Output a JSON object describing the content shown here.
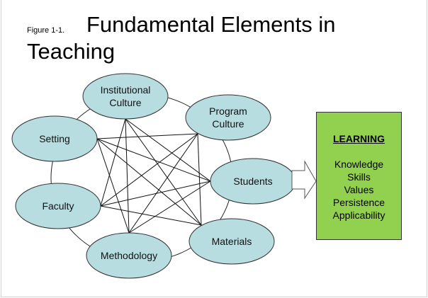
{
  "title": {
    "figure_label": "Figure 1-1.",
    "line1": "Fundamental Elements in",
    "line2": "Teaching"
  },
  "nodes": [
    {
      "id": "institutional",
      "lines": [
        "Institutional",
        "Culture"
      ]
    },
    {
      "id": "program",
      "lines": [
        "Program",
        "Culture"
      ]
    },
    {
      "id": "students",
      "lines": [
        "Students"
      ]
    },
    {
      "id": "materials",
      "lines": [
        "Materials"
      ]
    },
    {
      "id": "methodology",
      "lines": [
        "Methodology"
      ]
    },
    {
      "id": "faculty",
      "lines": [
        "Faculty"
      ]
    },
    {
      "id": "setting",
      "lines": [
        "Setting"
      ]
    }
  ],
  "outcome": {
    "heading": "LEARNING",
    "items": [
      "Knowledge",
      "Skills",
      "Values",
      "Persistence",
      "Applicability"
    ]
  },
  "colors": {
    "node_fill": "#b7dde1",
    "outcome_fill": "#92d050"
  }
}
